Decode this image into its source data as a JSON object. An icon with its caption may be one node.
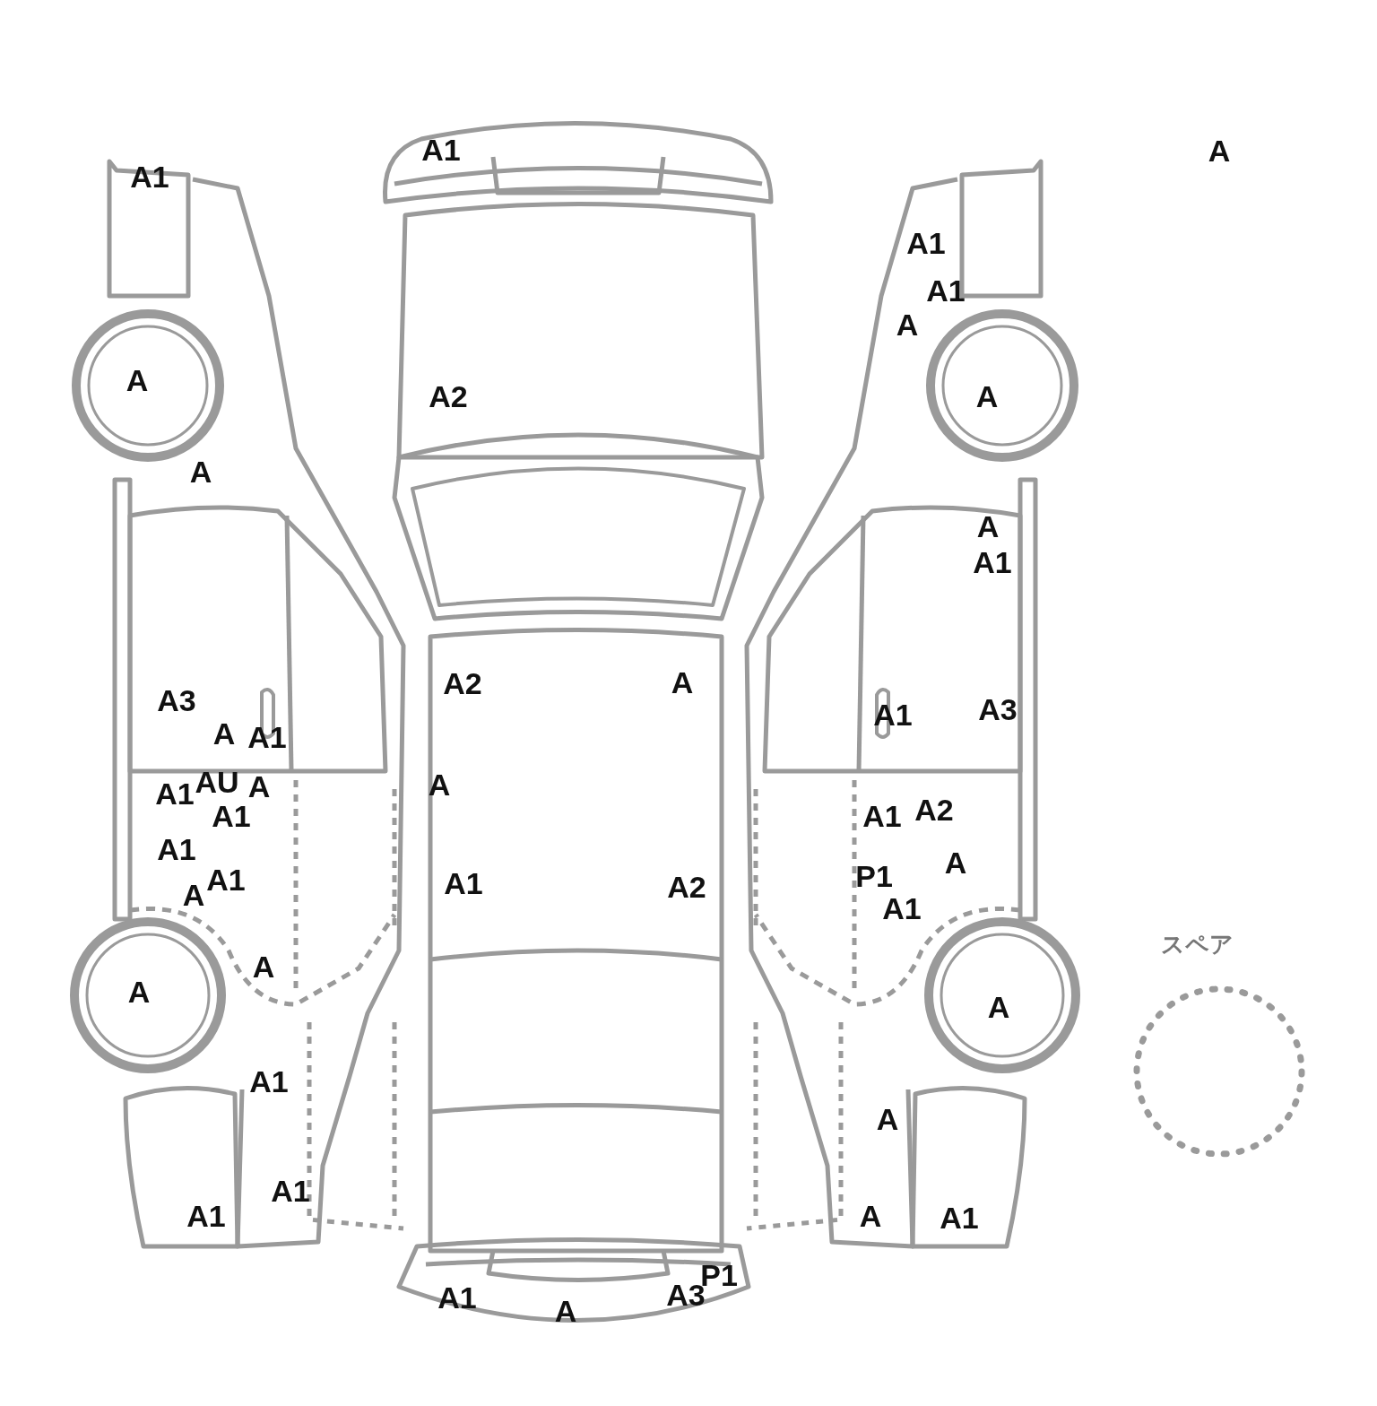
{
  "diagram": {
    "labels": [
      "A1",
      "A",
      "A1",
      "A1",
      "A1",
      "A",
      "A",
      "A2",
      "A",
      "A",
      "A",
      "A1",
      "A2",
      "A",
      "A3",
      "A3",
      "A1",
      "A",
      "A1",
      "AU",
      "A1",
      "A",
      "A",
      "A2",
      "A1",
      "A1",
      "A1",
      "A",
      "P1",
      "A1",
      "A1",
      "A2",
      "A",
      "A1",
      "スペア",
      "A",
      "A",
      "A",
      "A1",
      "A",
      "A1",
      "A1",
      "A",
      "A1",
      "P1",
      "A3",
      "A1",
      "A"
    ]
  }
}
